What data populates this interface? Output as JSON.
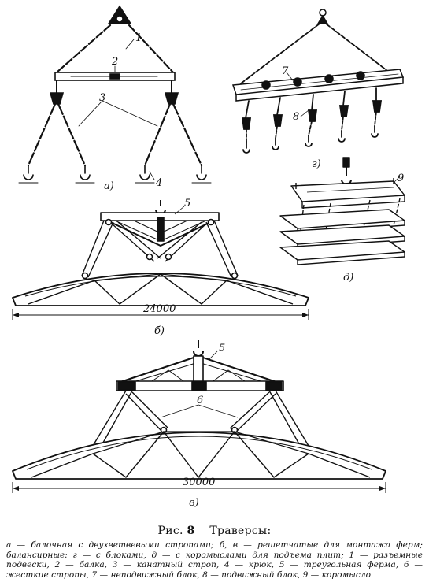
{
  "figure": {
    "panels": {
      "a": "а)",
      "b": "б)",
      "v": "в)",
      "g": "г)",
      "d": "д)"
    },
    "callouts": {
      "c1": "1",
      "c2": "2",
      "c3": "3",
      "c4": "4",
      "c5a": "5",
      "c5b": "5",
      "c6": "6",
      "c7": "7",
      "c8": "8",
      "c9": "9"
    },
    "dimensions": {
      "b": "24000",
      "v": "30000"
    }
  },
  "caption": {
    "prefix": "Рис.",
    "number": "8",
    "title": "Траверсы:",
    "body": "а — балочная с двухветвевыми стропами; б, в — решетчатые для монтажа ферм; балансирные: г — с блоками, д — с коромыслами для подъема плит; 1 — разъемные подвески, 2 — балка, 3 — канатный строп, 4 — крюк, 5 — треугольная ферма, 6 — жесткие стропы, 7 — неподвижный блок, 8 — подвижный блок, 9 — коромысло"
  }
}
